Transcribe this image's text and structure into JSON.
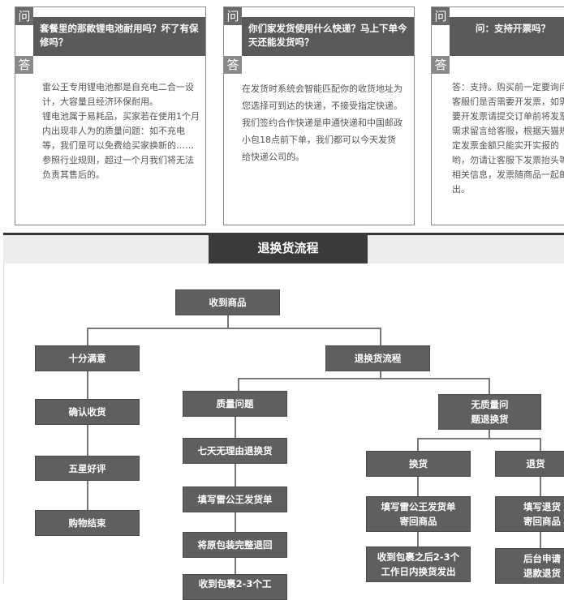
{
  "faq": [
    {
      "q_tag": "问",
      "a_tag": "答",
      "question": "套餐里的那款锂电池耐用吗？坏了有保修吗？",
      "answer": "雷公王专用锂电池都是自充电二合一设计，大容量且经济环保耐用。\n锂电池属于易耗品，买家若在使用1个月内出现非人为的质量问题：如不充电等，我们是可以免费给买家换新的……参照行业规则，超过一个月我们将无法负责其售后的。"
    },
    {
      "q_tag": "问",
      "a_tag": "答",
      "question": "你们家发货使用什么快递？马上下单今天还能发货吗？",
      "answer": "在发货时系统会智能匹配你的收货地址为您选择可到达的快递，不接受指定快递。\n我们签约合作快递是申通快递和中国邮政小包18点前下单，我们都可以今天发货给快递公司的。"
    },
    {
      "q_tag": "问",
      "a_tag": "答",
      "question": "问：支持开票吗？",
      "answer": "答：支持。购买前一定要询问客服们是否需要开发票，如需要开发票请提交订单前将发票需求留言给客服，根据天猫规定发票金额只能实开实报的哟，勿请让客服下发票抬头等相关信息，发票随商品一起邮出。"
    }
  ],
  "section_title": "退换货流程",
  "flow": {
    "root": "收到商品",
    "satisfied": "十分满意",
    "confirm": "确认收货",
    "five_star": "五星好评",
    "done": "购物结束",
    "return_flow": "退换货流程",
    "quality_issue": "质量问题",
    "seven_day": "七天无理由退换货",
    "fill_slip": "填写雷公王发货单",
    "repack": "将原包装完整退回",
    "receive_partial": "收到包裹2-3个工",
    "no_quality_issue_1": "无质量问",
    "no_quality_issue_2": "题退换货",
    "exchange": "换货",
    "refund": "退货",
    "exchange_fill_1": "填写雷公王发货单",
    "exchange_fill_2": "寄回商品",
    "exchange_ship_1": "收到包裹之后2-3个",
    "exchange_ship_2": "工作日内换货发出",
    "refund_fill_1": "填写退货",
    "refund_fill_2": "寄回商品",
    "refund_apply_1": "后台申请",
    "refund_apply_2": "退款退货"
  }
}
